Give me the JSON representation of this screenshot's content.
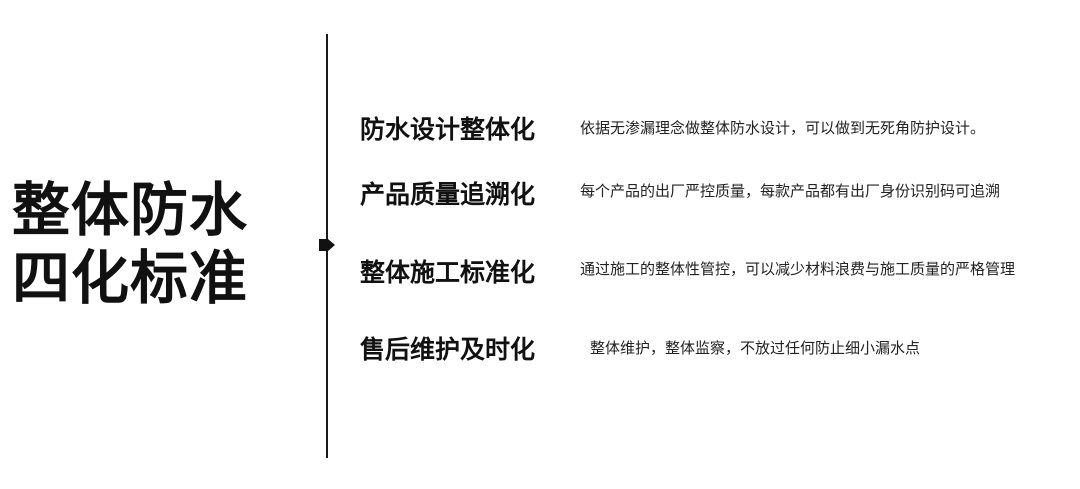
{
  "heading": {
    "line1": "整体防水",
    "line2": "四化标准"
  },
  "items": [
    {
      "title": "防水设计整体化",
      "description": "依据无渗漏理念做整体防水设计，可以做到无死角防护设计。"
    },
    {
      "title": "产品质量追溯化",
      "description": "每个产品的出厂严控质量，每款产品都有出厂身份识别码可追溯"
    },
    {
      "title": "整体施工标准化",
      "description": "通过施工的整体性管控，可以减少材料浪费与施工质量的严格管理"
    },
    {
      "title": "售后维护及时化",
      "description": "整体维护，整体监察，不放过任何防止细小漏水点"
    }
  ],
  "icons": {
    "pointer": "arrow-pointer-icon"
  },
  "colors": {
    "text": "#111111",
    "divider": "#1a1a1a",
    "background": "#ffffff"
  }
}
